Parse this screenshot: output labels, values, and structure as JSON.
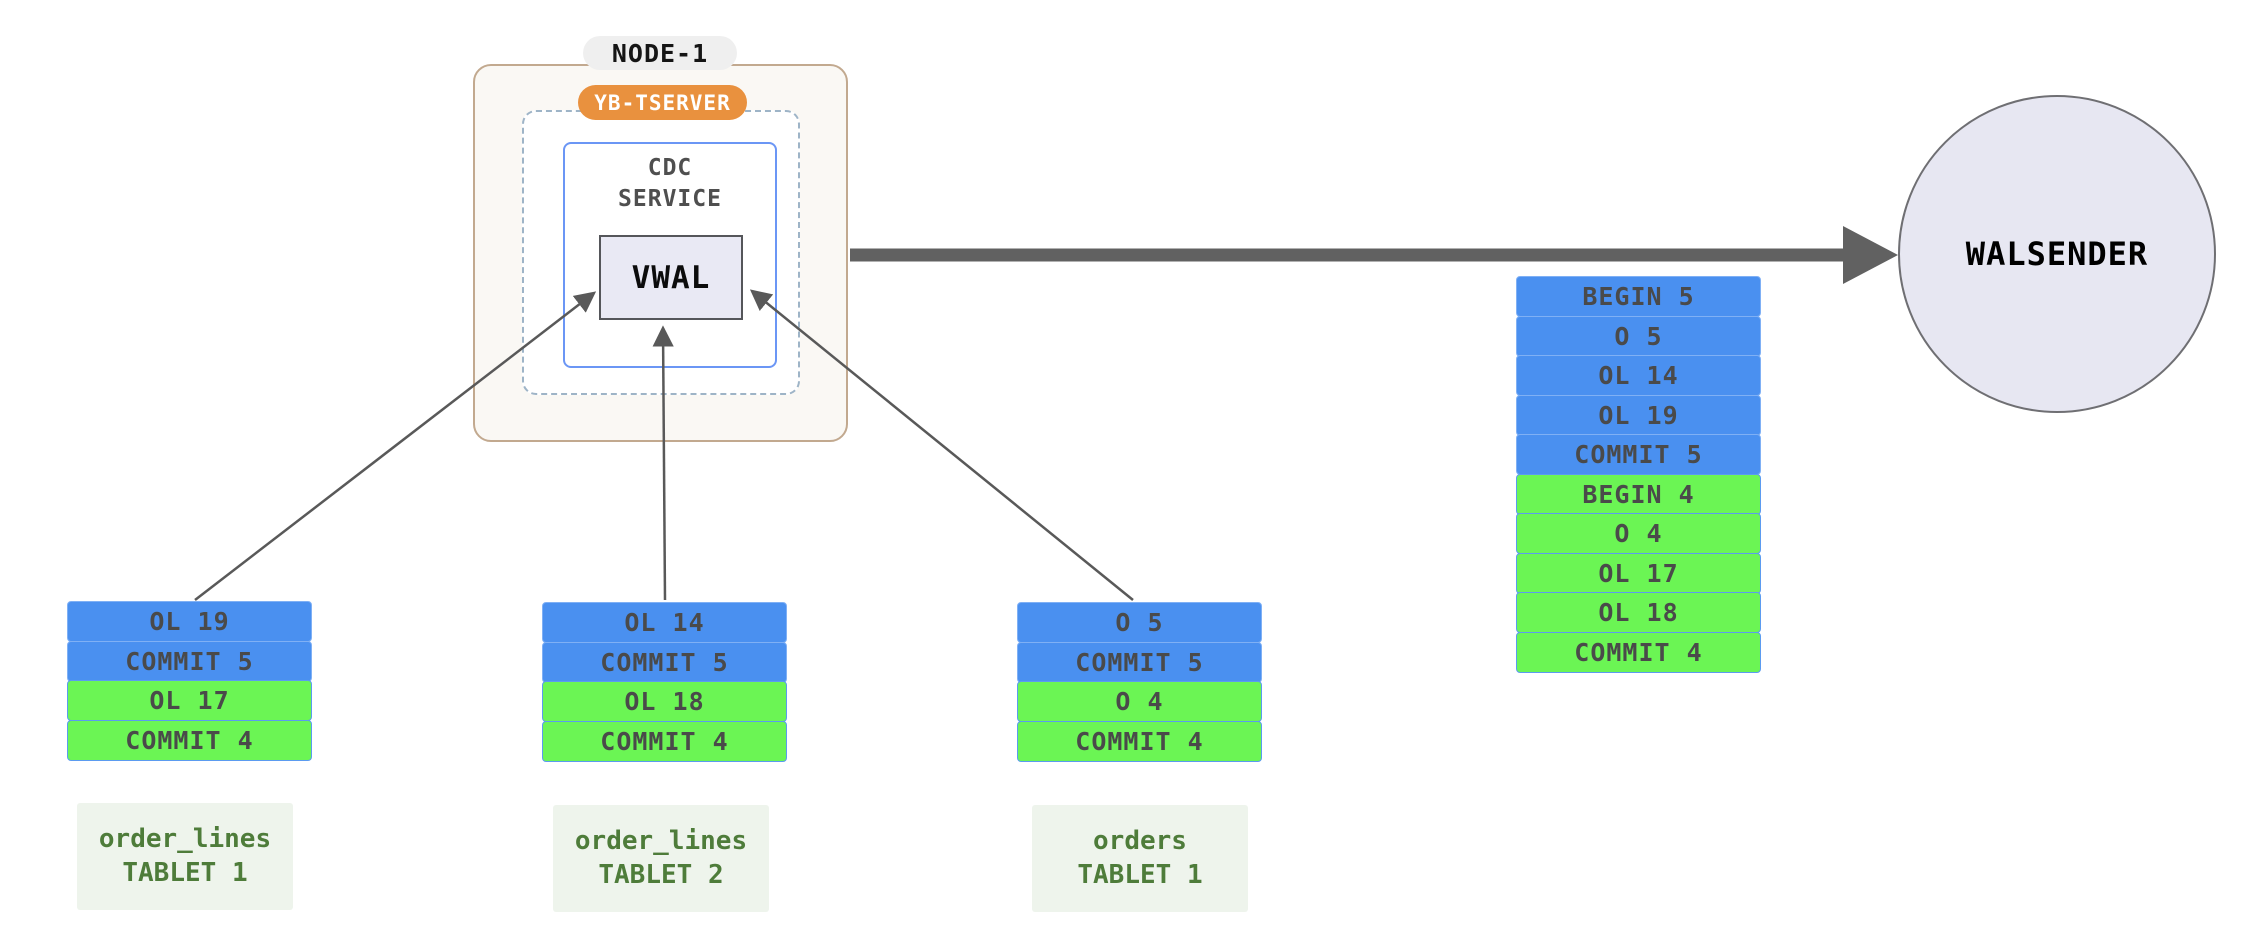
{
  "node": {
    "title": "NODE-1",
    "tserver_label": "YB-TSERVER",
    "cdc_service_label": "CDC\nSERVICE",
    "vwal_label": "VWAL"
  },
  "walsender": {
    "label": "WALSENDER"
  },
  "merged_stream": {
    "rows": [
      {
        "text": "BEGIN 5",
        "color": "blue"
      },
      {
        "text": "O 5",
        "color": "blue"
      },
      {
        "text": "OL 14",
        "color": "blue"
      },
      {
        "text": "OL 19",
        "color": "blue"
      },
      {
        "text": "COMMIT 5",
        "color": "blue"
      },
      {
        "text": "BEGIN 4",
        "color": "green"
      },
      {
        "text": "O 4",
        "color": "green"
      },
      {
        "text": "OL 17",
        "color": "green"
      },
      {
        "text": "OL 18",
        "color": "green"
      },
      {
        "text": "COMMIT 4",
        "color": "green"
      }
    ]
  },
  "tablets": [
    {
      "name_line1": "order_lines",
      "name_line2": "TABLET 1",
      "rows": [
        {
          "text": "OL 19",
          "color": "blue"
        },
        {
          "text": "COMMIT 5",
          "color": "blue"
        },
        {
          "text": "OL 17",
          "color": "green"
        },
        {
          "text": "COMMIT 4",
          "color": "green"
        }
      ]
    },
    {
      "name_line1": "order_lines",
      "name_line2": "TABLET 2",
      "rows": [
        {
          "text": "OL 14",
          "color": "blue"
        },
        {
          "text": "COMMIT 5",
          "color": "blue"
        },
        {
          "text": "OL 18",
          "color": "green"
        },
        {
          "text": "COMMIT 4",
          "color": "green"
        }
      ]
    },
    {
      "name_line1": "orders",
      "name_line2": "TABLET 1",
      "rows": [
        {
          "text": "O 5",
          "color": "blue"
        },
        {
          "text": "COMMIT 5",
          "color": "blue"
        },
        {
          "text": "O 4",
          "color": "green"
        },
        {
          "text": "COMMIT 4",
          "color": "green"
        }
      ]
    }
  ],
  "colors": {
    "txn5_blue": "#4a90f0",
    "txn4_green": "#6bf554",
    "tserver_orange": "#e9913e",
    "node_border_tan": "#c2a98f",
    "cdc_border_blue": "#6b96f5",
    "arrow_gray": "#595959",
    "walsender_fill": "#e7e7f2",
    "label_green_text": "#4e7c3a",
    "label_green_bg": "#eef4ec"
  }
}
